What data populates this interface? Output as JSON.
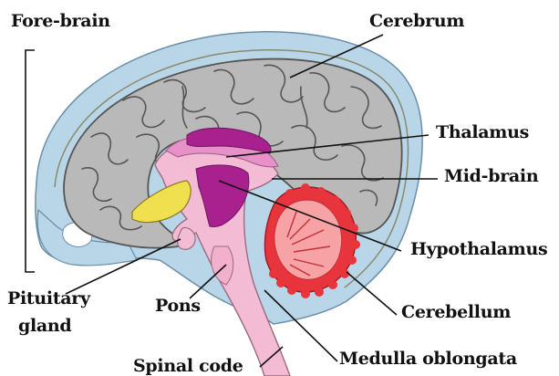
{
  "diagram": {
    "labels": {
      "fore_brain": "Fore-brain",
      "cerebrum": "Cerebrum",
      "thalamus": "Thalamus",
      "mid_brain": "Mid-brain",
      "hypothalamus": "Hypothalamus",
      "pituitary_line1": "Pituitary",
      "pituitary_line2": "gland",
      "pons": "Pons",
      "cerebellum": "Cerebellum",
      "spinal_code": "Spinal code",
      "medulla_oblongata": "Medulla oblongata"
    },
    "colors": {
      "cerebrum": "#b9b9b9",
      "sulci": "#555555",
      "skull_fluid": "#b8d6e8",
      "brainstem": "#f4bcd4",
      "thalamus_region": "#a8218f",
      "thalamus_pink": "#e890c8",
      "pituitary_body": "#f0e050",
      "cerebellum_red": "#e8343c",
      "cerebellum_light": "#f7a3a6"
    }
  }
}
